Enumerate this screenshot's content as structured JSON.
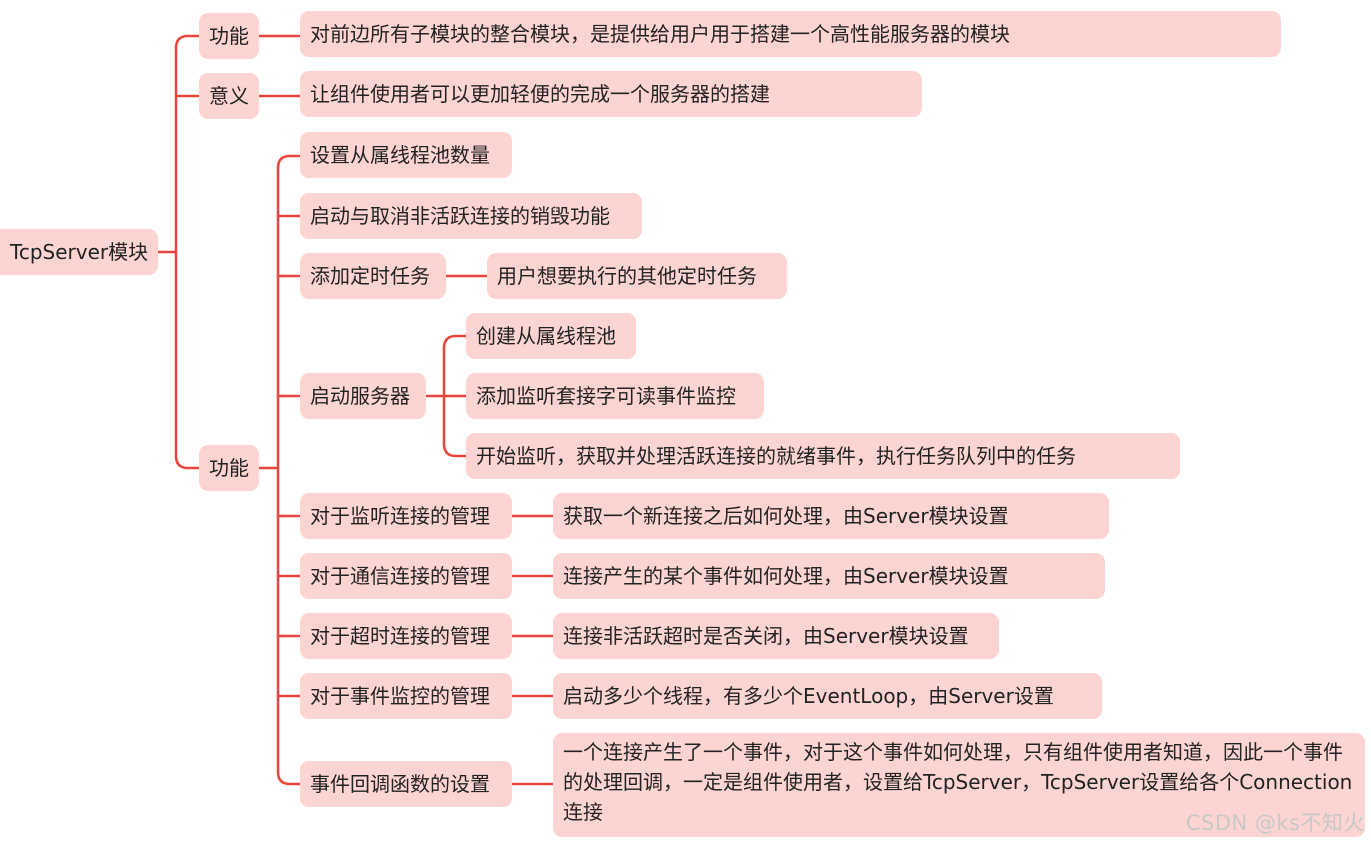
{
  "root": "TcpServer模块",
  "branches": {
    "func1": {
      "label": "功能",
      "desc": "对前边所有子模块的整合模块，是提供给用户用于搭建一个高性能服务器的模块"
    },
    "meaning": {
      "label": "意义",
      "desc": "让组件使用者可以更加轻便的完成一个服务器的搭建"
    },
    "func2": {
      "label": "功能",
      "items": {
        "subpool": "设置从属线程池数量",
        "inactive": "启动与取消非活跃连接的销毁功能",
        "timer": {
          "label": "添加定时任务",
          "desc": "用户想要执行的其他定时任务"
        },
        "start": {
          "label": "启动服务器",
          "steps": [
            "创建从属线程池",
            "添加监听套接字可读事件监控",
            "开始监听，获取并处理活跃连接的就绪事件，执行任务队列中的任务"
          ]
        },
        "listen": {
          "label": "对于监听连接的管理",
          "desc": "获取一个新连接之后如何处理，由Server模块设置"
        },
        "comm": {
          "label": "对于通信连接的管理",
          "desc": "连接产生的某个事件如何处理，由Server模块设置"
        },
        "timeout": {
          "label": "对于超时连接的管理",
          "desc": "连接非活跃超时是否关闭，由Server模块设置"
        },
        "events": {
          "label": "对于事件监控的管理",
          "desc": "启动多少个线程，有多少个EventLoop，由Server设置"
        },
        "callback": {
          "label": "事件回调函数的设置",
          "desc": "一个连接产生了一个事件，对于这个事件如何处理，只有组件使用者知道，因此一个事件的处理回调，一定是组件使用者，设置给TcpServer，TcpServer设置给各个Connection连接"
        }
      }
    }
  },
  "watermark": "CSDN @ks不知火",
  "colors": {
    "node_fill": "#fcd5d3",
    "connector": "#e8453c"
  }
}
